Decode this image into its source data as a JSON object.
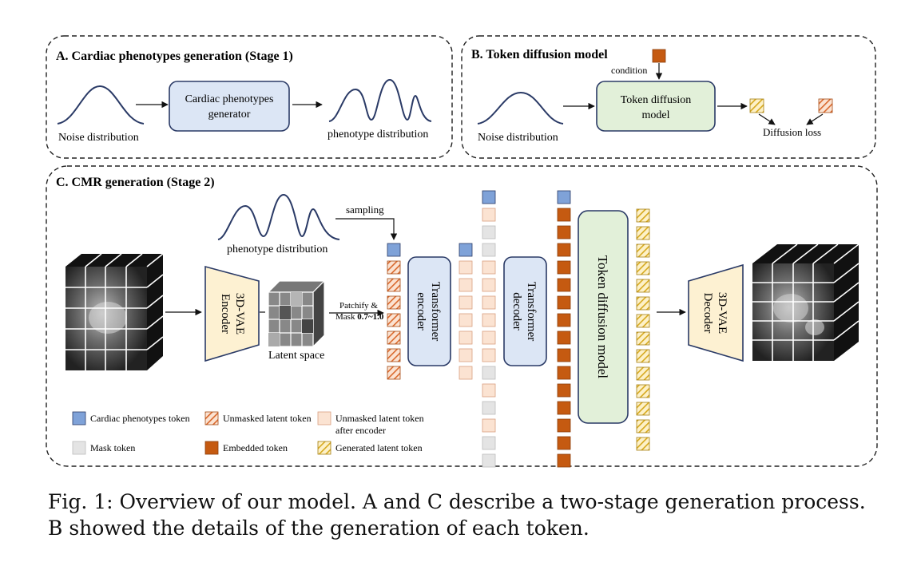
{
  "panel_a": {
    "title": "A. Cardiac phenotypes generation (Stage 1)",
    "noise_label": "Noise distribution",
    "generator_label_1": "Cardiac phenotypes",
    "generator_label_2": "generator",
    "output_label": "phenotype distribution"
  },
  "panel_b": {
    "title": "B. Token diffusion model",
    "condition_label": "condition",
    "noise_label": "Noise distribution",
    "model_label_1": "Token diffusion",
    "model_label_2": "model",
    "loss_label": "Diffusion loss"
  },
  "panel_c": {
    "title": "C. CMR generation (Stage 2)",
    "sampling_label": "sampling",
    "phenotype_label": "phenotype distribution",
    "encoder_label_1": "3D-VAE",
    "encoder_label_2": "Encoder",
    "latent_label": "Latent space",
    "patchify_label_1": "Patchify &",
    "patchify_label_2": "Mask ",
    "mask_ratio": "0.7~1.0",
    "transformer_encoder_1": "Transformer",
    "transformer_encoder_2": "encoder",
    "transformer_decoder_1": "Transformer",
    "transformer_decoder_2": "decoder",
    "token_diffusion": "Token diffusion model",
    "decoder_label_1": "3D-VAE",
    "decoder_label_2": "Decoder"
  },
  "legend": {
    "cardiac_token": "Cardiac phenotypes token",
    "unmasked_token": "Unmasked latent token",
    "unmasked_after_1": "Unmasked latent token",
    "unmasked_after_2": "after encoder",
    "mask_token": "Mask token",
    "embedded_token": "Embedded token",
    "generated_token": "Generated latent token"
  },
  "caption": {
    "line1": "Fig. 1: Overview of our model. A and C describe a two-stage generation process.",
    "line2": "B showed the details of the generation of each token."
  },
  "colors": {
    "cardiac_blue": "#7fa2d8",
    "generator_fill": "#dce6f5",
    "diffusion_fill": "#e2f0d9",
    "vae_fill": "#fdf1d2",
    "unmasked_orange": "#e07a3c",
    "unmasked_light": "#fbe3d2",
    "mask_gray": "#e4e4e4",
    "embedded_orange": "#c55a11",
    "generated_yellow": "#e8c33f"
  }
}
